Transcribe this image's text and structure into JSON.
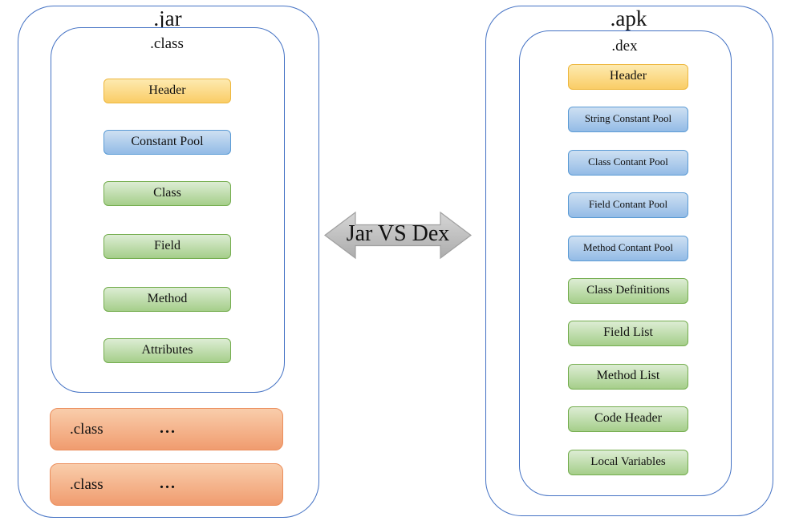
{
  "jar": {
    "title": ".jar",
    "class_container": {
      "title": ".class",
      "boxes": [
        {
          "label": "Header",
          "color": "yellow"
        },
        {
          "label": "Constant Pool",
          "color": "blue"
        },
        {
          "label": "Class",
          "color": "green"
        },
        {
          "label": "Field",
          "color": "green"
        },
        {
          "label": "Method",
          "color": "green"
        },
        {
          "label": "Attributes",
          "color": "green"
        }
      ]
    },
    "extra_class_rows": [
      {
        "label": ".class",
        "dots": "..."
      },
      {
        "label": ".class",
        "dots": "..."
      }
    ]
  },
  "arrow": {
    "label": "Jar VS Dex"
  },
  "apk": {
    "title": ".apk",
    "dex_container": {
      "title": ".dex",
      "boxes": [
        {
          "label": "Header",
          "color": "yellow"
        },
        {
          "label": "String Constant Pool",
          "color": "blue"
        },
        {
          "label": "Class Contant Pool",
          "color": "blue"
        },
        {
          "label": "Field Contant Pool",
          "color": "blue"
        },
        {
          "label": "Method Contant Pool",
          "color": "blue"
        },
        {
          "label": "Class Definitions",
          "color": "green"
        },
        {
          "label": "Field List",
          "color": "green"
        },
        {
          "label": "Method List",
          "color": "green"
        },
        {
          "label": "Code Header",
          "color": "green"
        },
        {
          "label": "Local Variables",
          "color": "green"
        }
      ]
    }
  },
  "colors": {
    "container_border": "#4472C4",
    "yellow_fill_top": "#FDEAB0",
    "yellow_fill_bottom": "#FACD66",
    "yellow_border": "#EDB73E",
    "blue_fill_top": "#CEE0F2",
    "blue_fill_bottom": "#93BBE6",
    "blue_border": "#5B9BD5",
    "green_fill_top": "#DDEDD4",
    "green_fill_bottom": "#A5CE8A",
    "green_border": "#74AD4E",
    "orange_fill_top": "#F9CDAB",
    "orange_fill_bottom": "#F09C6F",
    "orange_border": "#EB8E5C",
    "arrow_fill_top": "#D4D4D4",
    "arrow_fill_bottom": "#ACACAC",
    "arrow_border": "#A0A0A0",
    "text": "#111111"
  }
}
